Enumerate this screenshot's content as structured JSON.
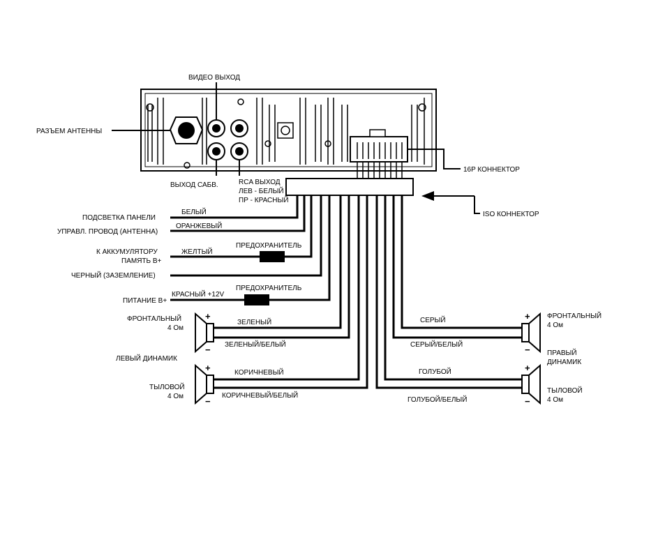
{
  "unit": {
    "video_out": "ВИДЕО ВЫХОД",
    "antenna_jack": "РАЗЪЕМ АНТЕННЫ",
    "sub_out": "ВЫХОД САБВ.",
    "rca_out_1": "RCA ВЫХОД",
    "rca_out_2": "ЛЕВ - БЕЛЫЙ",
    "rca_out_3": "ПР - КРАСНЫЙ",
    "connector_16p": "16P КОННЕКТОР",
    "iso_connector": "ISO КОННЕКТОР"
  },
  "left_wires": {
    "panel_light": "ПОДСВЕТКА ПАНЕЛИ",
    "white": "БЕЛЫЙ",
    "antenna_ctrl": "УПРАВЛ. ПРОВОД (АНТЕННА)",
    "orange": "ОРАНЖЕВЫЙ",
    "battery_1": "К АККУМУЛЯТОРУ",
    "battery_2": "ПАМЯТЬ В+",
    "yellow": "ЖЕЛТЫЙ",
    "fuse_1": "ПРЕДОХРАНИТЕЛЬ",
    "black_ground": "ЧЕРНЫЙ (ЗАЗЕМЛЕНИЕ)",
    "red_12v": "КРАСНЫЙ +12V",
    "fuse_2": "ПРЕДОХРАНИТЕЛЬ",
    "power_b": "ПИТАНИЕ В+"
  },
  "left_speakers": {
    "front_1": "ФРОНТАЛЬНЫЙ",
    "front_2": "4 Ом",
    "green": "ЗЕЛЕНЫЙ",
    "green_white": "ЗЕЛЕНЫЙ/БЕЛЫЙ",
    "left_speaker": "ЛЕВЫЙ ДИНАМИК",
    "brown": "КОРИЧНЕВЫЙ",
    "brown_white": "КОРИЧНЕВЫЙ/БЕЛЫЙ",
    "rear_1": "ТЫЛОВОЙ",
    "rear_2": "4 Ом"
  },
  "right_speakers": {
    "gray": "СЕРЫЙ",
    "front_1": "ФРОНТАЛЬНЫЙ",
    "front_2": "4 Ом",
    "gray_white": "СЕРЫЙ/БЕЛЫЙ",
    "right_speaker_1": "ПРАВЫЙ",
    "right_speaker_2": "ДИНАМИК",
    "blue": "ГОЛУБОЙ",
    "blue_white": "ГОЛУБОЙ/БЕЛЫЙ",
    "rear_1": "ТЫЛОВОЙ",
    "rear_2": "4 Ом"
  },
  "polarity": {
    "plus": "+",
    "minus": "−"
  }
}
